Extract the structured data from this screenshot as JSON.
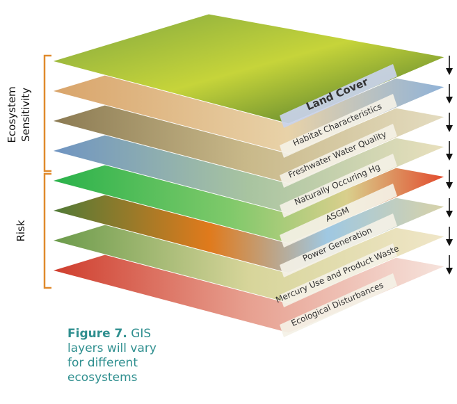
{
  "figure": {
    "number": "Figure 7.",
    "caption": "GIS layers will vary for different ecosystems"
  },
  "groups": {
    "sensitivity_line1": "Ecosystem",
    "sensitivity_line2": "Sensitivity",
    "risk": "Risk"
  },
  "layers": [
    {
      "label": "Land Cover",
      "bold": true
    },
    {
      "label": "Habitat Characteristics"
    },
    {
      "label": "Freshwater Water Quality"
    },
    {
      "label": "Naturally Occuring Hg"
    },
    {
      "label": "ASGM"
    },
    {
      "label": "Power Generation"
    },
    {
      "label": "Mercury Use and Product Waste"
    },
    {
      "label": "Ecological Disturbances"
    }
  ],
  "colors": {
    "bracket": "#e08a2c",
    "caption": "#2f8f8f",
    "arrow": "#111111"
  }
}
